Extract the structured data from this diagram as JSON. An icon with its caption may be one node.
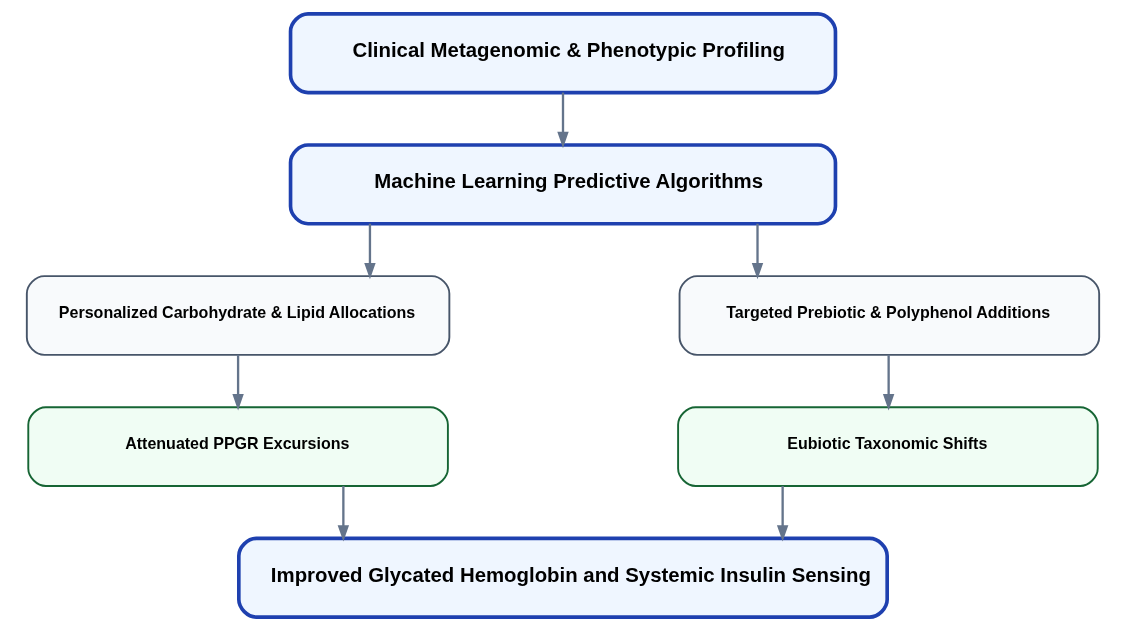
{
  "diagram": {
    "nodes": [
      {
        "text": [
          "Clinical Metagenomic & Phenotypic Profiling"
        ]
      },
      {
        "text": [
          "Machine Learning Predictive Algorithms"
        ]
      },
      {
        "text": [
          "Personalized Carbohydrate & Lipid Allocations"
        ]
      },
      {
        "text": [
          "Targeted Prebiotic & Polyphenol Additions"
        ]
      },
      {
        "text": [
          "Attenuated PPGR Excursions"
        ]
      },
      {
        "text": [
          "Eubiotic Taxonomic Shifts"
        ]
      },
      {
        "text": [
          "Improved Glycated Hemoglobin and Systemic Insulin Sensing"
        ]
      }
    ],
    "edges": [
      {
        "from": 0,
        "to": 1,
        "arrow": "to"
      },
      {
        "from": 1,
        "to": 2,
        "arrow": "to"
      },
      {
        "from": 1,
        "to": 3,
        "arrow": "to"
      },
      {
        "from": 2,
        "to": 4,
        "arrow": "to"
      },
      {
        "from": 3,
        "to": 5,
        "arrow": "to"
      },
      {
        "from": 4,
        "to": 6,
        "arrow": "to"
      },
      {
        "from": 5,
        "to": 6,
        "arrow": "to"
      }
    ]
  }
}
